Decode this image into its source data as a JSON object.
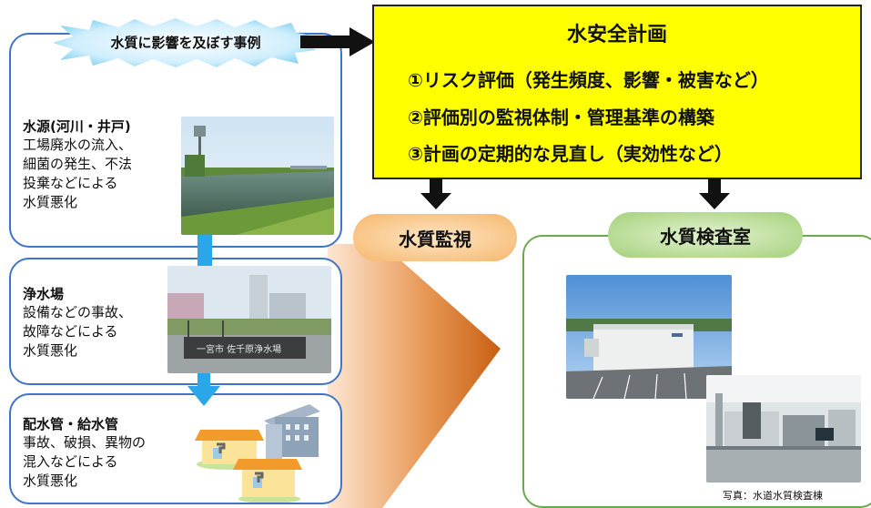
{
  "burst": {
    "label": "水質に影響を及ぼす事例"
  },
  "plan": {
    "title": "水安全計画",
    "items": [
      "①リスク評価（発生頻度、影響・被害など）",
      "②評価別の監視体制・管理基準の構築",
      "③計画の定期的な見直し（実効性など）"
    ]
  },
  "cases": [
    {
      "title": "水源(河川・井戸)",
      "desc": "工場廃水の流入、\n細菌の発生、不法\n投棄などによる\n水質悪化"
    },
    {
      "title": "浄水場",
      "desc": "設備などの事故、\n故障などによる\n水質悪化"
    },
    {
      "title": "配水管・給水管",
      "desc": "事故、破損、異物の\n混入などによる\n水質悪化"
    }
  ],
  "plant_sign": "一宮市 佐千原浄水場",
  "monitor": {
    "label": "水質監視"
  },
  "lab": {
    "label": "水質検査室",
    "caption": "写真：水道水質検査棟"
  },
  "colors": {
    "panel_border": "#3f74c6",
    "plan_bg": "#ffff00",
    "arrow_blue": "#2aa7e8",
    "monitor_pill": "#fbc98a",
    "lab_pill": "#a3d07a",
    "lab_border": "#6aa84f"
  }
}
